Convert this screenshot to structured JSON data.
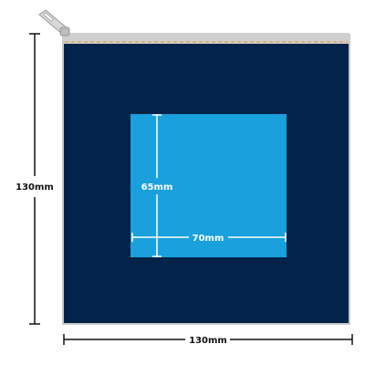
{
  "diagram": {
    "outer_height_label": "130mm",
    "outer_width_label": "130mm",
    "print_height_label": "65mm",
    "print_width_label": "70mm"
  },
  "colors": {
    "pouch_body": "#03234a",
    "print_area": "#1aa0dc",
    "zipper_tape": "#c8c8c8",
    "zipper_stitch": "#e0a85a",
    "zipper_pull": "#d4d4d4",
    "dimension_line": "#111111",
    "inner_dimension_line": "#ffffff"
  }
}
